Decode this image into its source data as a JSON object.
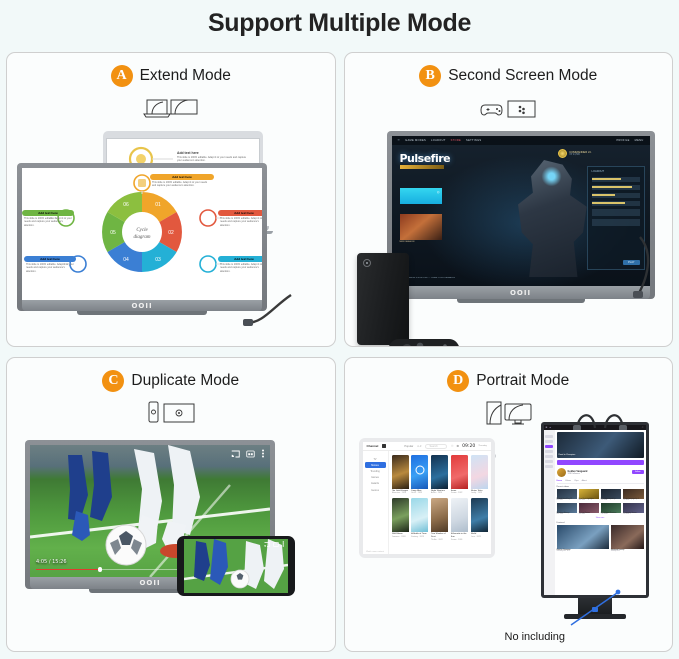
{
  "header": {
    "title": "Support Multiple Mode"
  },
  "theme": {
    "background": "#f2f9f9",
    "badge_orange": "#f29111",
    "panel_border": "#cfcfcf",
    "title_color": "#232323",
    "accent_purple": "#9147ff",
    "progress_red": "#e23b2e"
  },
  "panels": [
    {
      "letter": "A",
      "title": "Extend Mode",
      "icon": "laptop-and-external-monitor-icon",
      "devices": [
        "portable-monitor",
        "laptop"
      ],
      "monitor_logo": "OOII",
      "slide": {
        "center_line1": "Cycle",
        "center_line2": "diagram",
        "callouts": [
          {
            "title": "Add text here",
            "body": "This slide is 100% editable. Adapt it to your needs and capture your audience's attention.",
            "color": "#f0a52a"
          },
          {
            "title": "Add text here",
            "body": "This slide is 100% editable. Adapt it to your needs and capture your audience's attention.",
            "color": "#e2583e"
          },
          {
            "title": "Add text here",
            "body": "This slide is 100% editable. Adapt it to your needs and capture your audience's attention.",
            "color": "#24b0d6"
          },
          {
            "title": "Add text here",
            "body": "This slide is 100% editable. Adapt it to your needs and capture your audience's attention.",
            "color": "#3b7fd4"
          },
          {
            "title": "Add text here",
            "body": "This slide is 100% editable. Adapt it to your needs and capture your audience's attention.",
            "color": "#6fb543"
          },
          {
            "title": "Add text here",
            "body": "This slide is 100% editable. Adapt it to your needs and capture your audience's attention.",
            "color": "#8cbf3f"
          }
        ],
        "segment_labels": [
          "01",
          "02",
          "03",
          "04",
          "05",
          "06"
        ],
        "segment_colors": [
          "#f0a52a",
          "#e2583e",
          "#24b0d6",
          "#3b7fd4",
          "#6fb543",
          "#8cbf3f"
        ]
      }
    },
    {
      "letter": "B",
      "title": "Second Screen Mode",
      "icon": "gamepad-and-screen-icon",
      "devices": [
        "portable-monitor",
        "game-console",
        "game-controller"
      ],
      "monitor_logo": "OOII",
      "game": {
        "title": "Pulsefire",
        "nav_items": [
          "HOME",
          "GAME MODES",
          "LOADOUT",
          "STORE",
          "SETTINGS"
        ],
        "account_labels": [
          "PROFILE",
          "MENU"
        ],
        "rank_badge": "COMMANDER LV.",
        "rank_sub": "XP 24,580",
        "panel_heading": "LOADOUT",
        "panel_rows": [
          "WEAPON",
          "ARMOR",
          "GADGET",
          "PERK"
        ],
        "cta": "PLAY",
        "card_label": "NEW SEASON",
        "ticker": "SEASON 4 NOW LIVE — CLAIM YOUR REWARDS"
      }
    },
    {
      "letter": "C",
      "title": "Duplicate Mode",
      "icon": "phone-and-monitor-icon",
      "devices": [
        "portable-monitor",
        "smartphone"
      ],
      "monitor_logo": "OOII",
      "video": {
        "current_time": "4:05",
        "total_time": "15:26",
        "time_display": "4:05 / 15:26",
        "progress_percent": 27,
        "controls": [
          "cast-icon",
          "subtitles-icon",
          "more-options-icon"
        ],
        "subject": "soccer-match"
      }
    },
    {
      "letter": "D",
      "title": "Portrait Mode",
      "icon": "portrait-monitor-and-desktop-icon",
      "devices": [
        "all-in-one-desktop",
        "portable-monitor-portrait"
      ],
      "note": "No including",
      "desktop_app": {
        "brand": "Channel",
        "filter": "Popular",
        "sort": "A-Z",
        "search_placeholder": "Search",
        "clock": "09:20",
        "clock_sub": "Thursday",
        "sidebar": [
          "TV",
          "Movies",
          "Trending",
          "Games",
          "Awards",
          "Genres"
        ],
        "active_sidebar": "Movies",
        "footer": "Watch more content",
        "row1": [
          {
            "title": "The Gold Keeper",
            "sub": "Adventure · 2024",
            "badge": "HD"
          },
          {
            "title": "Deep Blue",
            "sub": "Sci-Fi · 2023",
            "badge": "4K"
          },
          {
            "title": "Night Warriors",
            "sub": "Action · 2024",
            "badge": "HD"
          },
          {
            "title": "Swan",
            "sub": "Drama · 2022",
            "badge": "HD"
          },
          {
            "title": "Winter Tales",
            "sub": "Family · 2023",
            "badge": "HD"
          }
        ],
        "row2": [
          {
            "title": "Wild Bloom",
            "sub": "Romance · 2024",
            "badge": "HD"
          },
          {
            "title": "A Bottle of Time",
            "sub": "Fantasy · 2023",
            "badge": "HD"
          },
          {
            "title": "Two Shades of Dust",
            "sub": "Thriller · 2022",
            "badge": "HD"
          },
          {
            "title": "Silhouette in the Sun",
            "sub": "Drama · 2024",
            "badge": "HD"
          },
          {
            "title": "World",
            "sub": "Docu · 2023",
            "badge": "HD"
          }
        ]
      },
      "portrait_app": {
        "channel_name": "Golden Vanguard",
        "followers": "128K followers",
        "follow_button": "Follow",
        "tabs": [
          "Home",
          "Videos",
          "Clips",
          "About"
        ],
        "section_videos": "Recent videos",
        "section_featured": "Featured",
        "view_more": "Show more",
        "videos": [
          {
            "title": "Ranked Grind Day 12",
            "meta": "24K views"
          },
          {
            "title": "Boss Rush Highlights",
            "meta": "18K views"
          },
          {
            "title": "Late Night Squad Up",
            "meta": "31K views"
          },
          {
            "title": "Co-op Campaign Ep 4",
            "meta": "12K views"
          },
          {
            "title": "Speedrun Attempt",
            "meta": "9.4K views"
          },
          {
            "title": "Tier List Review",
            "meta": "15K views"
          },
          {
            "title": "Patch Notes Reaction",
            "meta": "7.8K views"
          },
          {
            "title": "Community Games",
            "meta": "22K views"
          }
        ],
        "featured": [
          {
            "title": "Road to Champion",
            "meta": "Streaming now · 4.2K"
          },
          {
            "title": "Weekend Tourney",
            "meta": "Saturday 8PM"
          }
        ]
      }
    }
  ]
}
